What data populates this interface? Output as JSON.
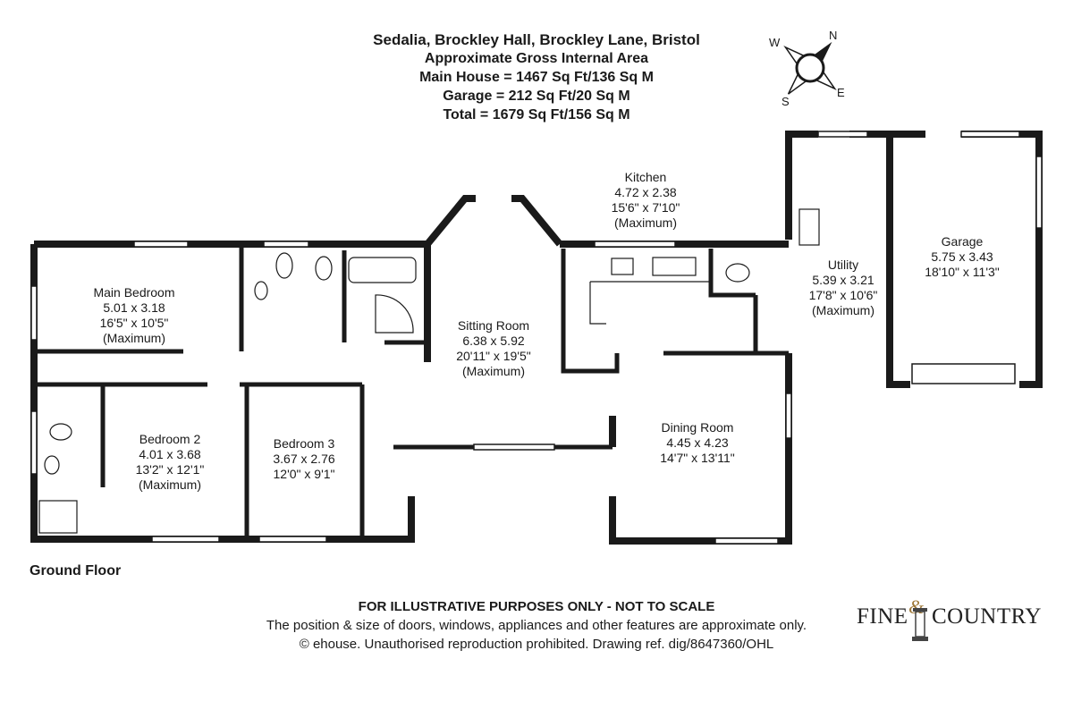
{
  "header": {
    "address": "Sedalia, Brockley Hall, Brockley Lane, Bristol",
    "area_title": "Approximate Gross Internal Area",
    "main_house": "Main House = 1467 Sq Ft/136 Sq M",
    "garage": "Garage = 212 Sq Ft/20 Sq M",
    "total": "Total = 1679 Sq Ft/156 Sq M"
  },
  "compass": {
    "n": "N",
    "e": "E",
    "s": "S",
    "w": "W"
  },
  "rooms": {
    "main_bedroom": {
      "name": "Main Bedroom",
      "metric": "5.01 x 3.18",
      "imperial": "16'5\" x 10'5\"",
      "note": "(Maximum)"
    },
    "bedroom2": {
      "name": "Bedroom 2",
      "metric": "4.01 x 3.68",
      "imperial": "13'2\" x 12'1\"",
      "note": "(Maximum)"
    },
    "bedroom3": {
      "name": "Bedroom 3",
      "metric": "3.67 x 2.76",
      "imperial": "12'0\" x 9'1\""
    },
    "sitting_room": {
      "name": "Sitting Room",
      "metric": "6.38 x 5.92",
      "imperial": "20'11\" x 19'5\"",
      "note": "(Maximum)"
    },
    "kitchen": {
      "name": "Kitchen",
      "metric": "4.72 x 2.38",
      "imperial": "15'6\" x 7'10\"",
      "note": "(Maximum)"
    },
    "dining_room": {
      "name": "Dining Room",
      "metric": "4.45 x 4.23",
      "imperial": "14'7\" x 13'11\""
    },
    "utility": {
      "name": "Utility",
      "metric": "5.39 x 3.21",
      "imperial": "17'8\" x 10'6\"",
      "note": "(Maximum)"
    },
    "garage": {
      "name": "Garage",
      "metric": "5.75 x 3.43",
      "imperial": "18'10\" x 11'3\""
    }
  },
  "floor_name": "Ground Floor",
  "footer": {
    "warning": "FOR ILLUSTRATIVE PURPOSES ONLY - NOT TO SCALE",
    "line2": "The position & size of doors, windows, appliances and other features are approximate only.",
    "line3": "© ehouse. Unauthorised reproduction prohibited. Drawing ref. dig/8647360/OHL"
  },
  "brand": {
    "left": "FINE",
    "amp": "&",
    "right": "COUNTRY"
  },
  "colors": {
    "wall": "#1a1a1a",
    "text": "#1a1a1a",
    "accent": "#a07a3a"
  }
}
